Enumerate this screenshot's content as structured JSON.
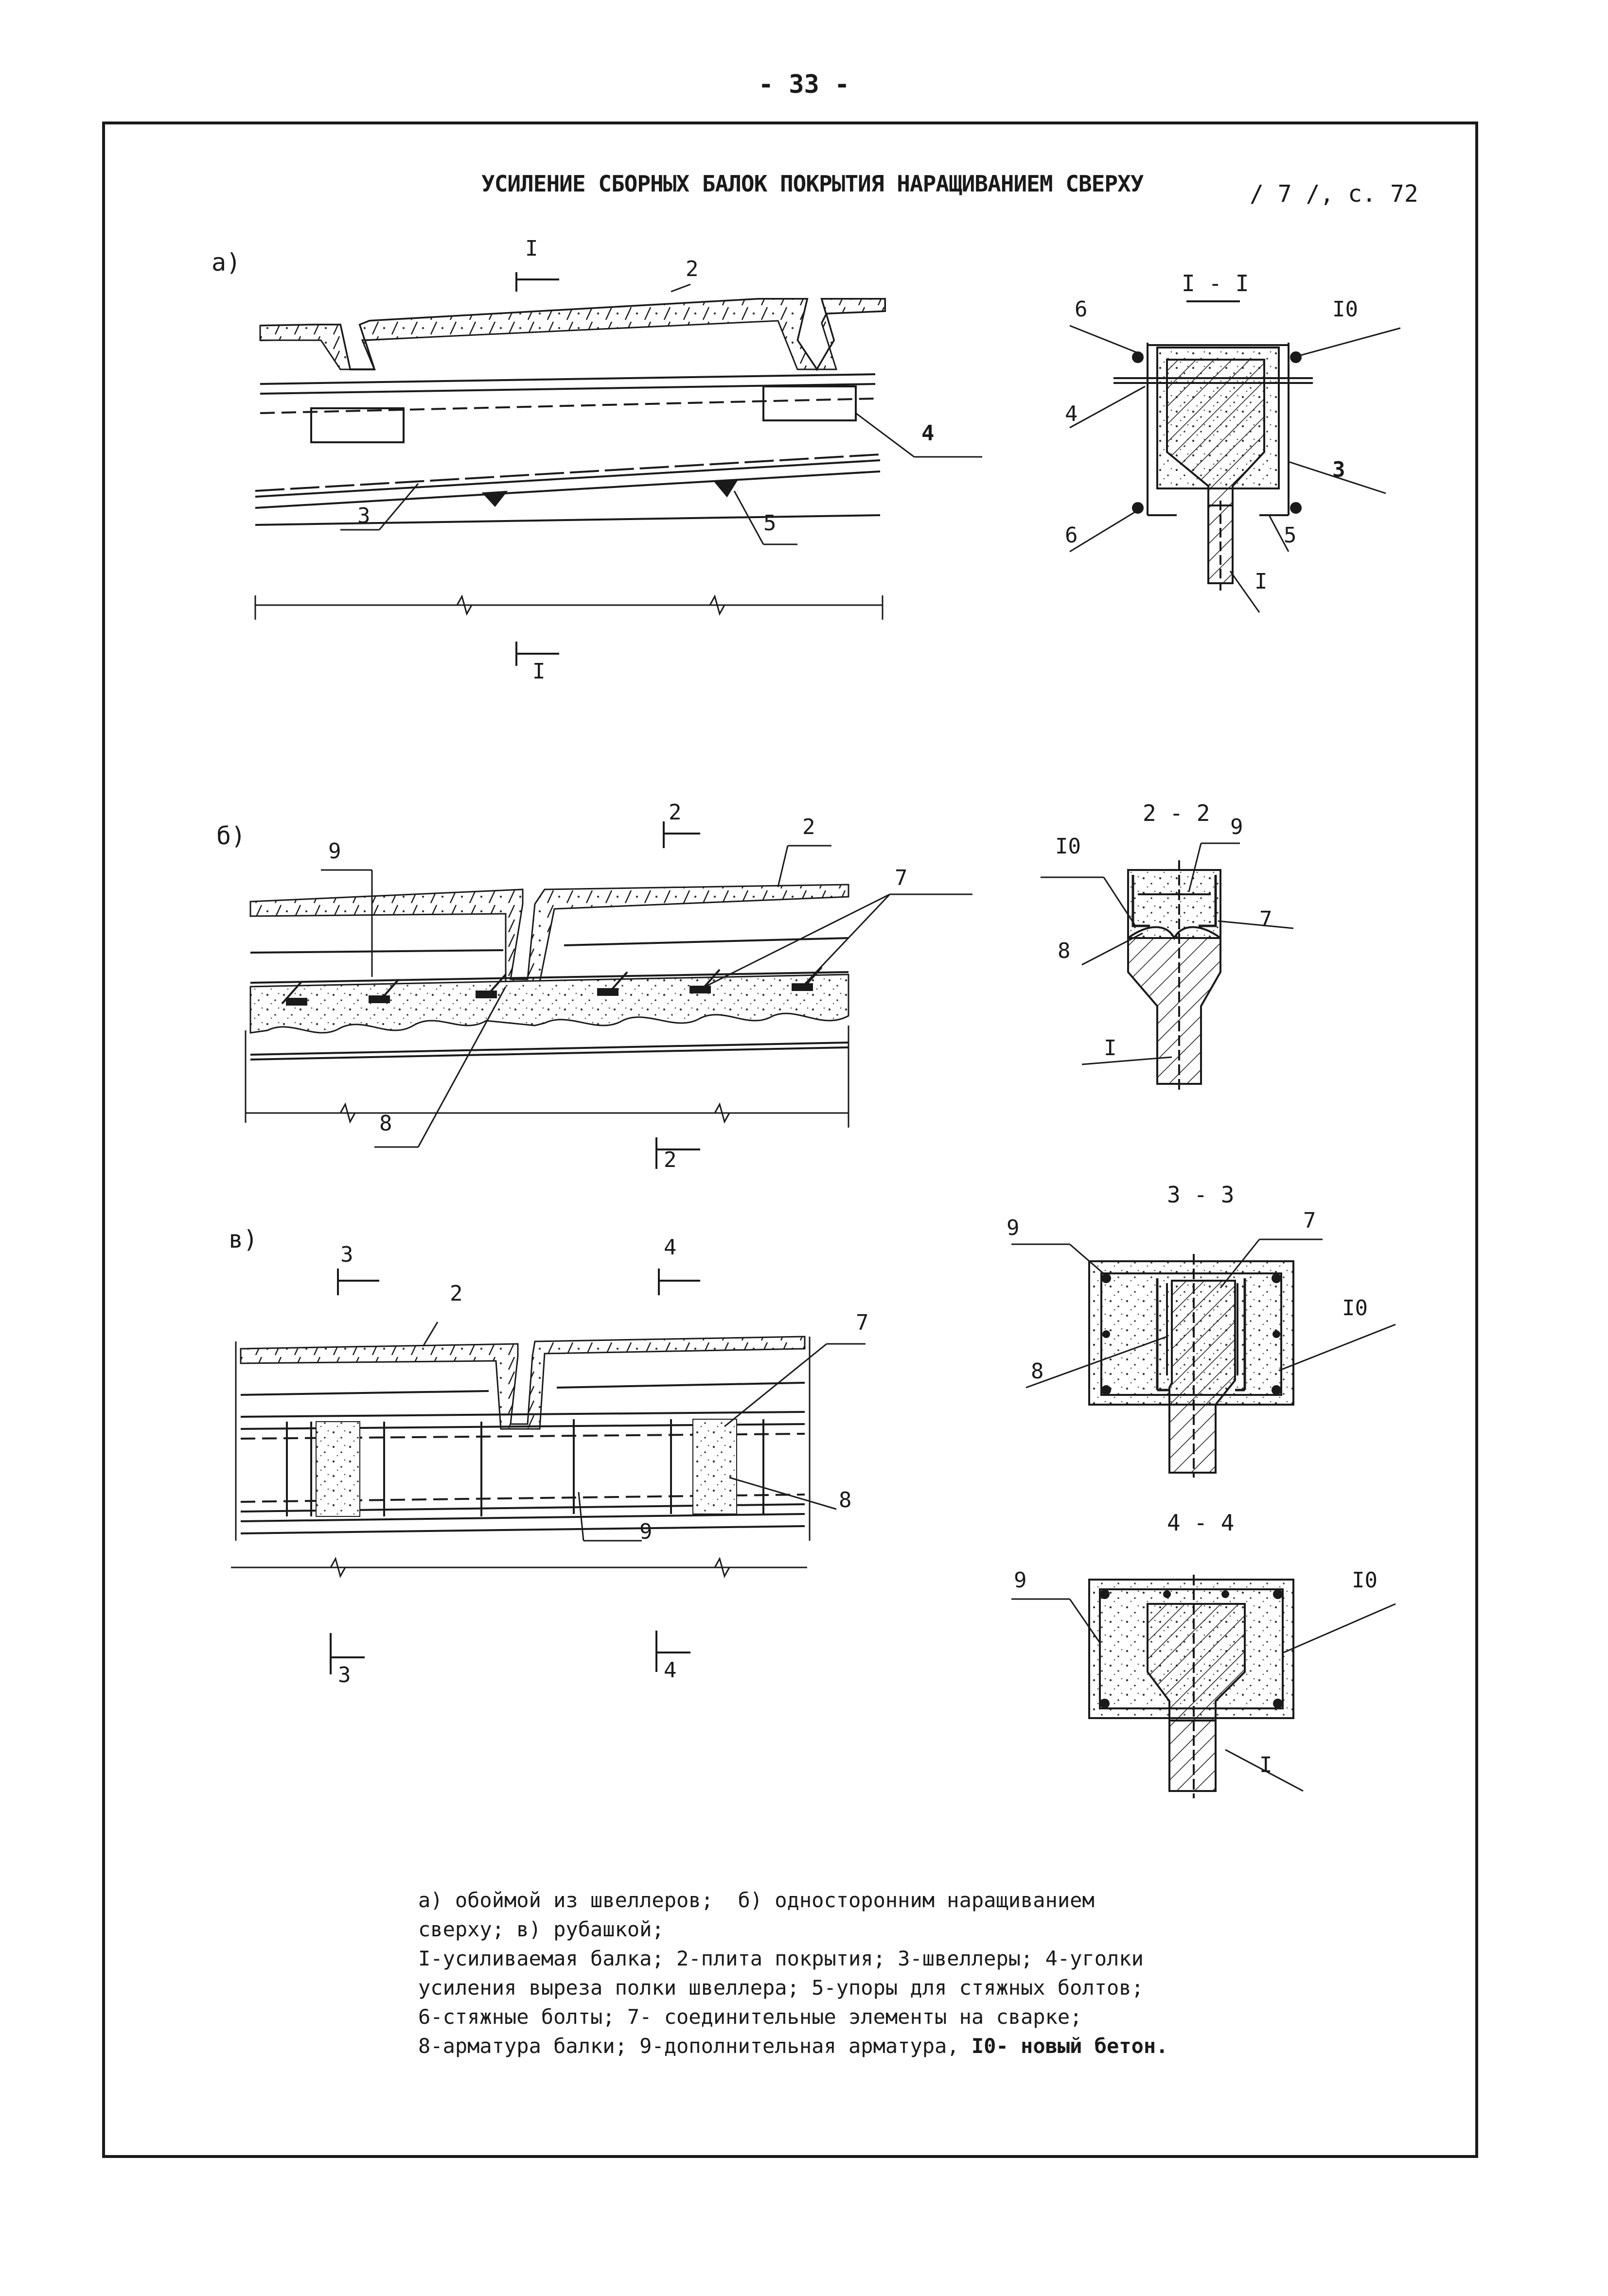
{
  "page_number": "- 33 -",
  "title": "УСИЛЕНИЕ СБОРНЫХ БАЛОК ПОКРЫТИЯ НАРАЩИВАНИЕМ СВЕРХУ",
  "reference": "/ 7 /, с. 72",
  "figures": {
    "a": {
      "letter": "а)",
      "section_mark": "I",
      "callouts": [
        "2",
        "3",
        "4",
        "5"
      ],
      "section": {
        "title": "I - I",
        "callouts": [
          "6",
          "I0",
          "4",
          "3",
          "6",
          "5",
          "I"
        ]
      }
    },
    "b": {
      "letter": "б)",
      "section_mark": "2",
      "callouts": [
        "9",
        "2",
        "7",
        "8"
      ],
      "section": {
        "title": "2 - 2",
        "callouts": [
          "I0",
          "9",
          "7",
          "8",
          "I"
        ]
      }
    },
    "v": {
      "letter": "в)",
      "section_marks": [
        "3",
        "4"
      ],
      "callouts": [
        "2",
        "7",
        "8",
        "9"
      ],
      "section_3": {
        "title": "3 - 3",
        "callouts": [
          "9",
          "7",
          "I0",
          "8"
        ]
      },
      "section_4": {
        "title": "4 - 4",
        "callouts": [
          "9",
          "I0",
          "I"
        ]
      }
    }
  },
  "caption": {
    "line1": "а) обоймой из швеллеров;  б) односторонним наращиванием",
    "line2": "сверху; в) рубашкой;",
    "line3": "I-усиливаемая балка; 2-плита покрытия; 3-швеллеры; 4-уголки",
    "line4": "усиления выреза полки швеллера; 5-упоры для стяжных болтов;",
    "line5": "6-стяжные болты; 7- соединительные элементы на сварке;",
    "line6_main": "8-арматура балки; 9-дополнительная арматура, ",
    "line6_bold": "I0- новый бетон."
  }
}
